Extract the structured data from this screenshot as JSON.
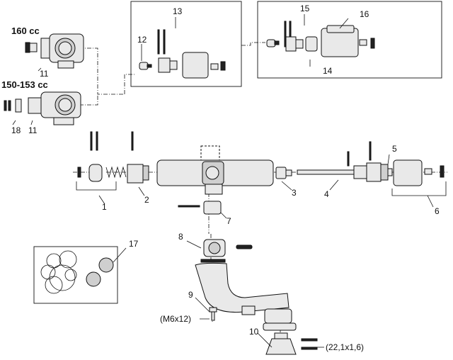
{
  "headings": {
    "variant_a": "160 cc",
    "variant_b": "150-153 cc"
  },
  "callouts": [
    "1",
    "2",
    "3",
    "4",
    "5",
    "6",
    "7",
    "8",
    "9",
    "10",
    "11",
    "11",
    "12",
    "13",
    "14",
    "15",
    "16",
    "17",
    "18"
  ],
  "dimensions": {
    "screw": "(M6x12)",
    "ring": "(22,1x1,6)"
  }
}
